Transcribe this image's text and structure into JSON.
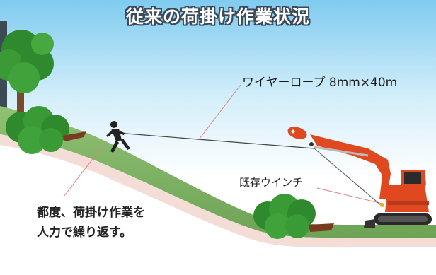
{
  "title": "従来の荷掛け作業状況",
  "wire_rope_label": "ワイヤーロープ 8mm×40m",
  "winch_label": "既存ウインチ",
  "note_line1": "都度、荷掛け作業を",
  "note_line2": "人力で繰り返す。",
  "colors": {
    "sky": "#bfe6f7",
    "slope": "#86b86a",
    "excavator": "#e0491f",
    "leader_line": "#d9848a"
  }
}
